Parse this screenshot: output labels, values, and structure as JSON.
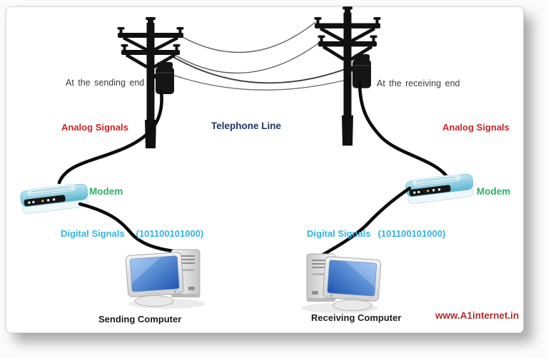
{
  "window": {
    "background": "#fbfbfb"
  },
  "colors": {
    "note_label": "#3b3b3b",
    "analog_label": "#cc2326",
    "telephone_label": "#1f3864",
    "modem_label": "#2eaf62",
    "digital_label": "#35b2e3",
    "computer_label": "#1c1c1c",
    "watermark": "#ae2f2f"
  },
  "diagram": {
    "notes": {
      "sending": "At the sending end",
      "receiving": "At the receiving end"
    },
    "line_label": "Telephone Line",
    "signals": {
      "analog_left": "Analog Signals",
      "analog_right": "Analog Signals",
      "digital_left": "Digital Signals",
      "digital_left_binary": "(101100101000)",
      "digital_right": "Digital Signals",
      "digital_right_binary": "(101100101000)"
    },
    "devices": {
      "modem_left": "Modem",
      "modem_right": "Modem",
      "computer_left": "Sending Computer",
      "computer_right": "Receiving Computer"
    },
    "icons": {
      "pole_left": "telephone-pole-icon",
      "pole_right": "telephone-pole-icon",
      "modem_left": "modem-device-icon",
      "modem_right": "modem-device-icon",
      "computer_left": "desktop-computer-icon",
      "computer_right": "desktop-computer-icon"
    },
    "watermark": "www.A1internet.in"
  }
}
